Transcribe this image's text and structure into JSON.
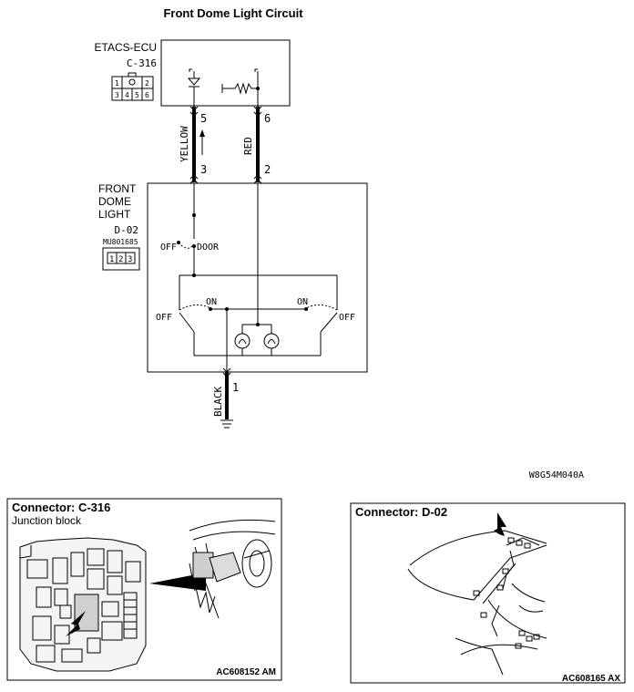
{
  "title": "Front Dome Light Circuit",
  "ecu": {
    "name": "ETACS-ECU",
    "connector": "C-316",
    "pins": [
      "1",
      "2",
      "3",
      "4",
      "5",
      "6"
    ]
  },
  "wires": {
    "yellow": {
      "color": "YELLOW",
      "pin_top": "5",
      "pin_bottom": "3"
    },
    "red": {
      "color": "RED",
      "pin_top": "6",
      "pin_bottom": "2"
    },
    "black": {
      "color": "BLACK",
      "pin": "1"
    }
  },
  "dome": {
    "line1": "FRONT",
    "line2": "DOME",
    "line3": "LIGHT",
    "connector": "D-02",
    "part_no": "MU801685",
    "pins": [
      "1",
      "2",
      "3"
    ]
  },
  "switches": {
    "off": "OFF",
    "door": "DOOR",
    "on": "ON"
  },
  "diagram_code": "W8G54M040A",
  "panel_c316": {
    "title": "Connector: C-316",
    "subtitle": "Junction block",
    "code": "AC608152 AM"
  },
  "panel_d02": {
    "title": "Connector: D-02",
    "code": "AC608165 AX"
  }
}
